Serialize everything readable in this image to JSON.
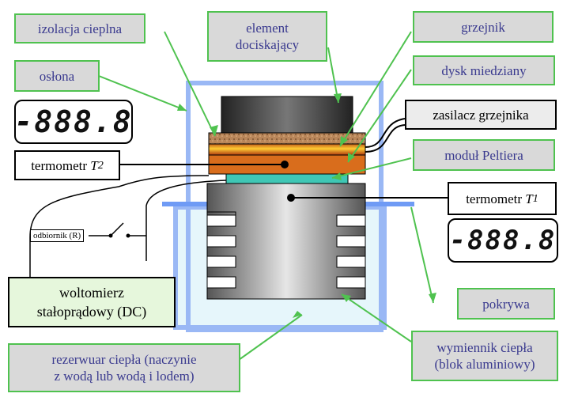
{
  "labels": {
    "izolacja": "izolacja cieplna",
    "element": "element\ndociskający",
    "grzejnik": "grzejnik",
    "dysk": "dysk miedziany",
    "oslona": "osłona",
    "zasilacz": "zasilacz grzejnika",
    "termometr2_prefix": "termometr ",
    "termometr2_var": "T",
    "termometr2_sub": "2",
    "peltier": "moduł Peltiera",
    "termometr1_prefix": "termometr ",
    "termometr1_var": "T",
    "termometr1_sub": "1",
    "odbiornik": "odbiornik (R)",
    "woltomierz": "woltomierz\nstałoprądowy (DC)",
    "pokrywa": "pokrywa",
    "rezerwuar": "rezerwuar ciepła (naczynie\nz wodą lub wodą i lodem)",
    "wymiennik": "wymiennik ciepła\n(blok aluminiowy)"
  },
  "displays": {
    "left": "-888.8",
    "right": "-888.8"
  }
}
